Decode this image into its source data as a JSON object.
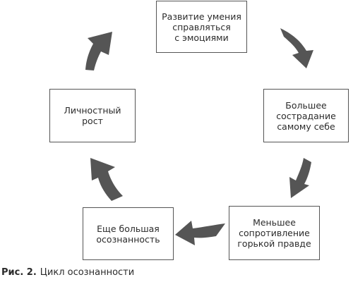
{
  "diagram": {
    "nodes": [
      {
        "text": "Развитие умения\nсправляться\nс эмоциями"
      },
      {
        "text": "Большее\nсострадание\nсамому себе"
      },
      {
        "text": "Меньшее\nсопротивление\nгорькой правде"
      },
      {
        "text": "Еще большая\nосознанность"
      },
      {
        "text": "Личностный\nрост"
      }
    ],
    "arrow_color": "#555555",
    "border_color": "#555555"
  },
  "caption": {
    "label": "Рис. 2.",
    "text": "Цикл осознанности"
  }
}
